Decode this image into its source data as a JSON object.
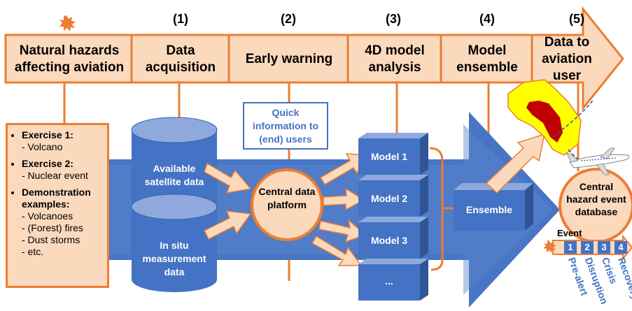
{
  "colors": {
    "orange": "#ed7d31",
    "light_orange": "#fbd9bd",
    "blue": "#4472c4",
    "pale_blue": "#a9bde6",
    "red": "#c00000",
    "yellow": "#ffff00"
  },
  "header": {
    "stages": [
      {
        "number": "",
        "label": "Natural hazards affecting aviation"
      },
      {
        "number": "(1)",
        "label": "Data acquisition"
      },
      {
        "number": "(2)",
        "label": "Early warning"
      },
      {
        "number": "(3)",
        "label": "4D model analysis"
      },
      {
        "number": "(4)",
        "label": "Model ensemble"
      },
      {
        "number": "(5)",
        "label": "Data to aviation user"
      }
    ]
  },
  "exercises": {
    "items": [
      {
        "title": "Exercise 1:",
        "subs": [
          "- Volcano"
        ]
      },
      {
        "title": "Exercise 2:",
        "subs": [
          "- Nuclear event"
        ]
      },
      {
        "title": "Demonstration examples:",
        "subs": [
          "- Volcanoes",
          "- (Forest) fires",
          "- Dust storms",
          "- etc."
        ]
      }
    ]
  },
  "data_sources": {
    "satellite": "Available satellite data",
    "in_situ": "In situ measurement data"
  },
  "quick_info": "Quick information to (end) users",
  "central_platform": "Central data platform",
  "models": [
    "Model 1",
    "Model 2",
    "Model 3",
    "..."
  ],
  "ensemble": "Ensemble",
  "database": "Central hazard event database",
  "event": {
    "label": "Event",
    "phases": [
      {
        "num": "1",
        "name": "Pre-alert"
      },
      {
        "num": "2",
        "name": "Disruption"
      },
      {
        "num": "3",
        "name": "Crisis"
      },
      {
        "num": "4",
        "name": "Recovery"
      }
    ]
  },
  "icons": [
    "explosion-icon",
    "airplane-icon",
    "hazard-plume-icon"
  ]
}
